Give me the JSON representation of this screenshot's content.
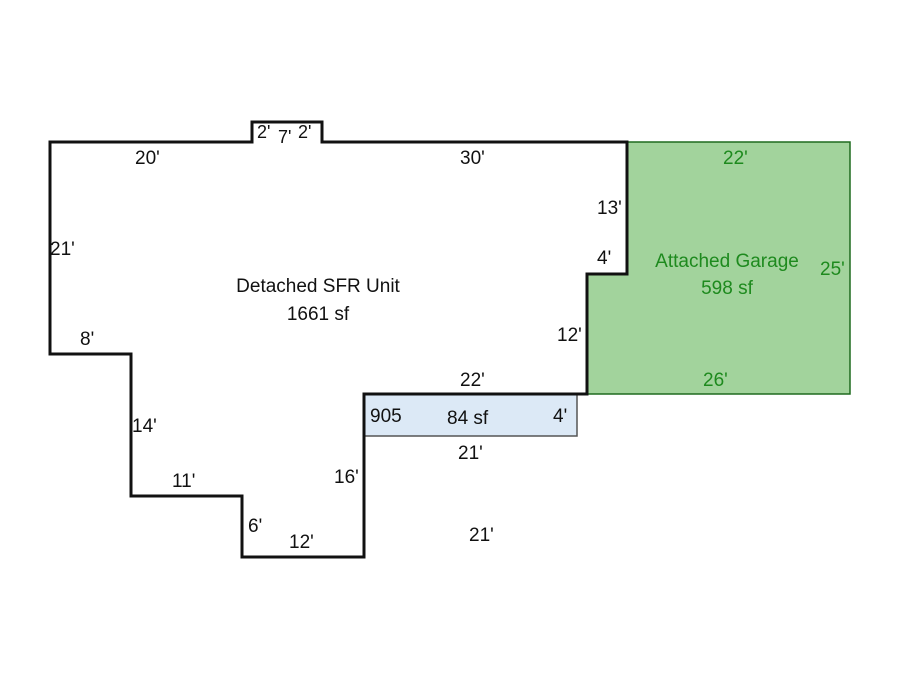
{
  "colors": {
    "wall": "#111111",
    "garage_fill": "#a2d39c",
    "garage_stroke": "#1f6b1f",
    "garage_text": "#1e8a1e",
    "porch_fill": "#dce9f6",
    "porch_stroke": "#555555"
  },
  "main_unit": {
    "name": "Detached SFR Unit",
    "area": "1661 sf",
    "dimensions": {
      "top_left": "20'",
      "bump_left": "2'",
      "bump_top": "7'",
      "bump_right": "2'",
      "top_right": "30'",
      "right_upper": "13'",
      "notch": "4'",
      "right_lower": "12'",
      "bottom_right": "22'",
      "left": "21'",
      "step_left": "8'",
      "left_lower": "14'",
      "bottom_left": "11'",
      "step_down": "6'",
      "bottom": "12'",
      "inner_right": "16'"
    }
  },
  "garage": {
    "name": "Attached Garage",
    "area": "598 sf",
    "dimensions": {
      "top": "22'",
      "right": "25'",
      "bottom": "26'"
    }
  },
  "porch": {
    "code": "905",
    "area": "84 sf",
    "dimensions": {
      "right": "4'",
      "bottom": "21'",
      "below": "21'"
    }
  }
}
